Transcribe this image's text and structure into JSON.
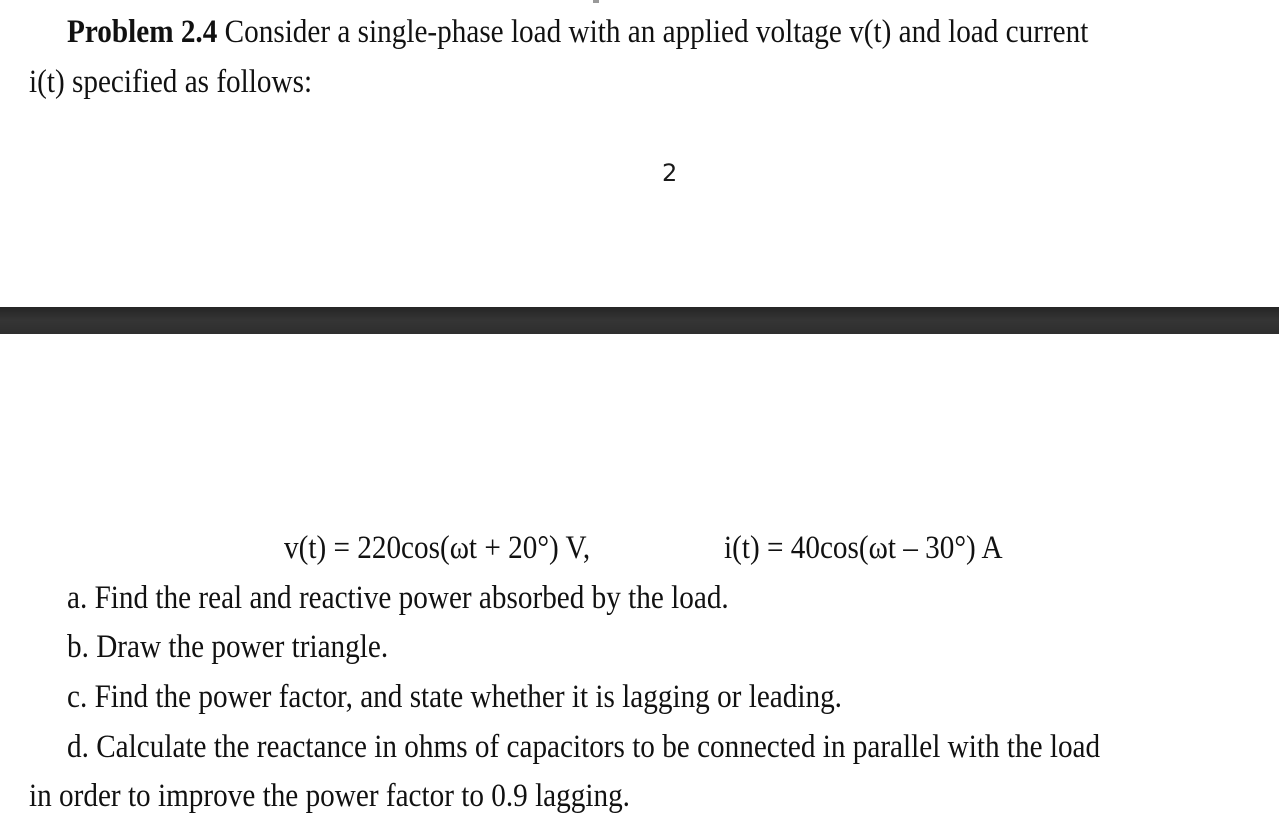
{
  "page1": {
    "problem_label": "Problem 2.4",
    "intro_line1": " Consider a single-phase load with an applied voltage v(t) and load current",
    "intro_line2": "i(t) specified as follows:",
    "page_number": "2"
  },
  "page_separator": {
    "color": "#2e2e2e"
  },
  "page2": {
    "equation_voltage": "v(t) = 220cos(ωt + 20°) V,",
    "equation_current": "i(t) = 40cos(ωt – 30°) A",
    "parts": [
      {
        "text": "a. Find the real and reactive power absorbed by the load."
      },
      {
        "text": "b. Draw the power triangle."
      },
      {
        "text": "c. Find the power factor, and state whether it is lagging or leading."
      },
      {
        "text": "d. Calculate the reactance in ohms of capacitors to be connected in parallel with the load"
      },
      {
        "text": "in order to improve the power factor to 0.9 lagging."
      }
    ]
  }
}
